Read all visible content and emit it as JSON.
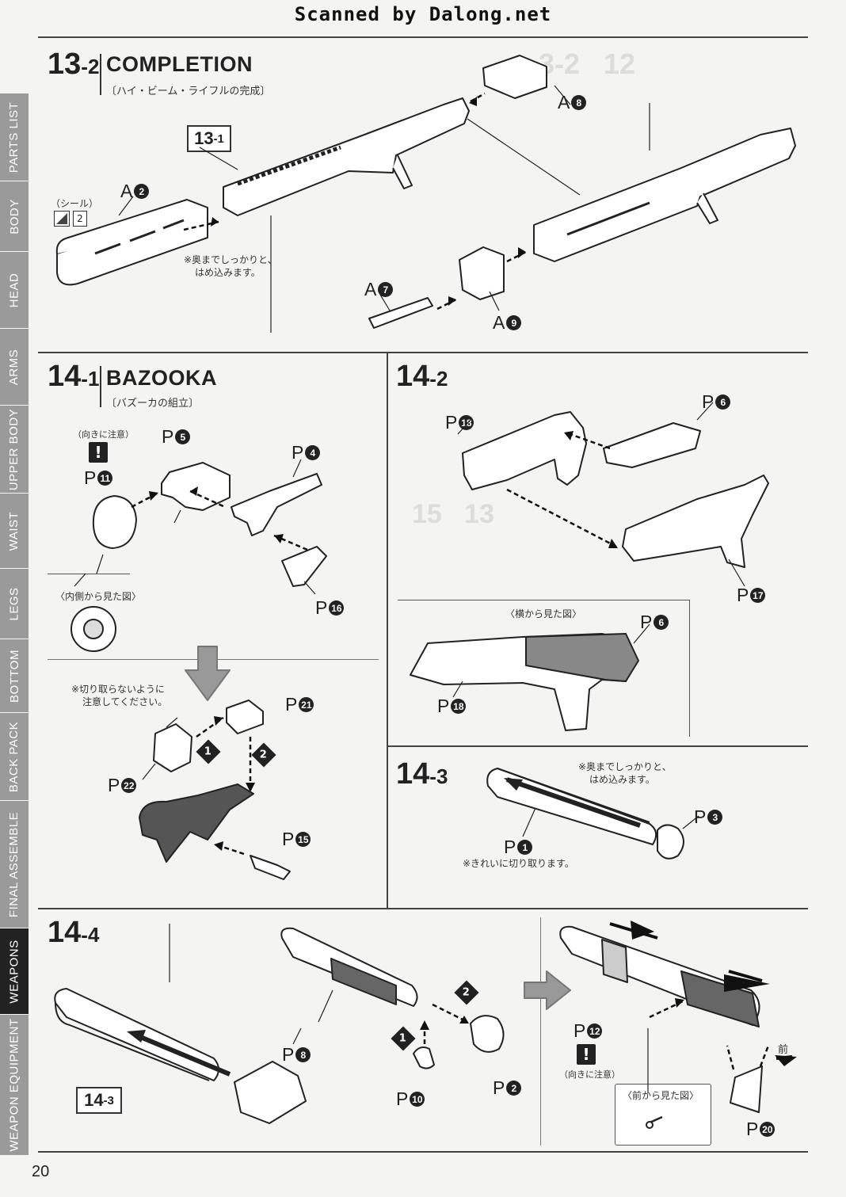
{
  "credit": "Scanned by Dalong.net",
  "page_number": "20",
  "tabs": [
    "PARTS LIST",
    "BODY",
    "HEAD",
    "ARMS",
    "UPPER BODY",
    "WAIST",
    "LEGS",
    "BOTTOM",
    "BACK PACK",
    "FINAL ASSEMBLE",
    "WEAPONS",
    "WEAPON EQUIPMENT"
  ],
  "active_tab": "WEAPONS",
  "step_13_2": {
    "num_big": "13",
    "num_small": "-2",
    "title": "COMPLETION",
    "subtitle": "〔ハイ・ビーム・ライフルの完成〕",
    "ref": {
      "big": "13",
      "small": "-1"
    },
    "seal_label": "（シール）",
    "seal_num": "2",
    "note": [
      "※奥までしっかりと、",
      "はめ込みます。"
    ],
    "parts": [
      {
        "letter": "A",
        "num": "2"
      },
      {
        "letter": "A",
        "num": "8"
      },
      {
        "letter": "A",
        "num": "7"
      },
      {
        "letter": "A",
        "num": "9"
      }
    ]
  },
  "step_14_1": {
    "num_big": "14",
    "num_small": "-1",
    "title": "BAZOOKA",
    "subtitle": "〔バズーカの組立〕",
    "orientation_note": "（向きに注意）",
    "inner_view": "〈内側から見た図〉",
    "warn": "!",
    "note": [
      "※切り取らないように",
      "注意してください。"
    ],
    "seq1": "1",
    "seq2": "2",
    "parts": [
      {
        "letter": "P",
        "num": "5"
      },
      {
        "letter": "P",
        "num": "4"
      },
      {
        "letter": "P",
        "num": "11"
      },
      {
        "letter": "P",
        "num": "16"
      },
      {
        "letter": "P",
        "num": "21"
      },
      {
        "letter": "P",
        "num": "22"
      },
      {
        "letter": "P",
        "num": "15"
      }
    ]
  },
  "step_14_2": {
    "num_big": "14",
    "num_small": "-2",
    "side_view": "〈横から見た図〉",
    "parts": [
      {
        "letter": "P",
        "num": "18"
      },
      {
        "letter": "P",
        "num": "6"
      },
      {
        "letter": "P",
        "num": "17"
      },
      {
        "letter": "P",
        "num": "6"
      },
      {
        "letter": "P",
        "num": "18"
      }
    ]
  },
  "step_14_3": {
    "num_big": "14",
    "num_small": "-3",
    "note": [
      "※奥までしっかりと、",
      "はめ込みます。"
    ],
    "cut_note": "※きれいに切り取ります。",
    "parts": [
      {
        "letter": "P",
        "num": "1"
      },
      {
        "letter": "P",
        "num": "3"
      }
    ]
  },
  "step_14_4": {
    "num_big": "14",
    "num_small": "-4",
    "ref": {
      "big": "14",
      "small": "-3"
    },
    "orientation_note": "（向きに注意）",
    "front_view": "〈前から見た図〉",
    "front_mark": "前",
    "warn": "!",
    "seq1": "1",
    "seq2": "2",
    "parts": [
      {
        "letter": "P",
        "num": "8"
      },
      {
        "letter": "P",
        "num": "10"
      },
      {
        "letter": "P",
        "num": "2"
      },
      {
        "letter": "P",
        "num": "12"
      },
      {
        "letter": "P",
        "num": "20"
      }
    ]
  }
}
